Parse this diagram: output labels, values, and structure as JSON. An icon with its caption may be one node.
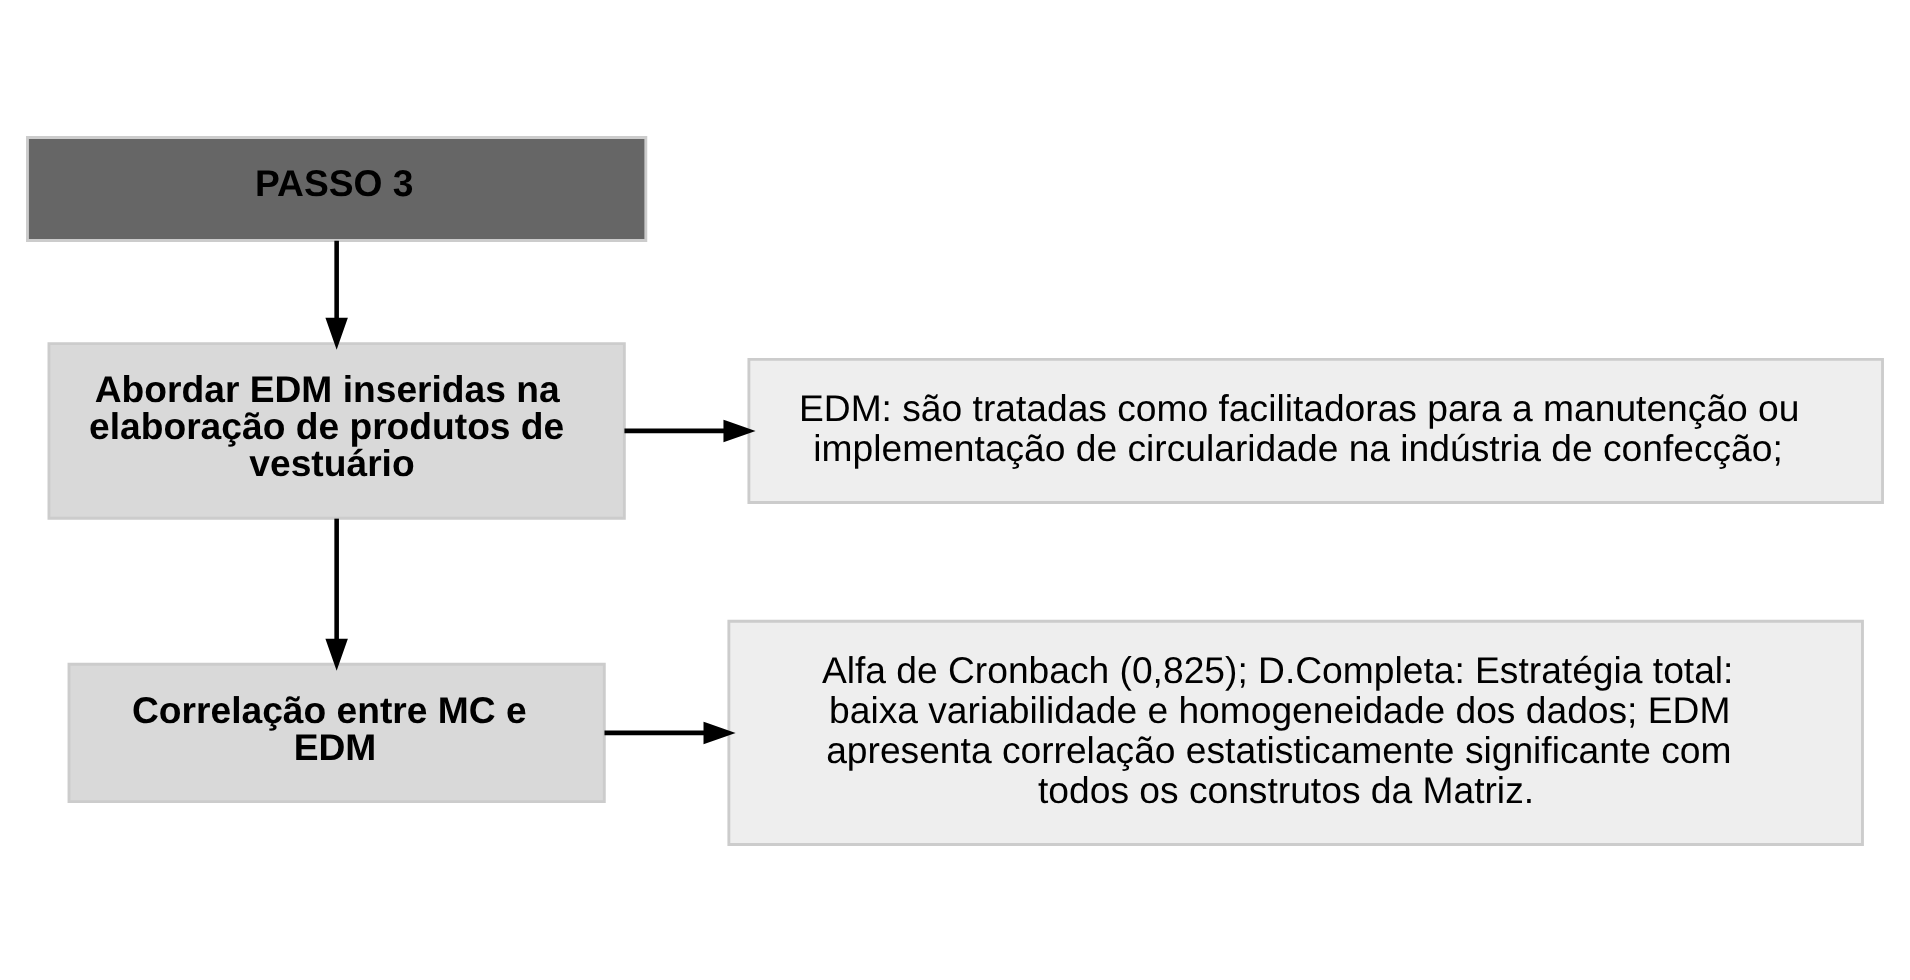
{
  "diagram": {
    "nodes": [
      {
        "text": [
          "PASSO 3"
        ]
      },
      {
        "text": [
          "Abordar EDM inseridas na elaboração de produtos de vestuário"
        ]
      },
      {
        "text": [
          "EDM: são tratadas como facilitadoras para a manutenção ou implementação de circularidade na indústria de confecção;"
        ]
      },
      {
        "text": [
          "Correlação entre MC e EDM"
        ]
      },
      {
        "text": [
          "Alfa de Cronbach (0,825); D.Completa: Estratégia total: baixa variabilidade e homogeneidade dos dados; EDM apresenta correlação estatisticamente significante com todos os construtos da Matriz."
        ]
      }
    ],
    "edges": [
      {
        "from": 0,
        "to": 1,
        "arrow": "to"
      },
      {
        "from": 1,
        "to": 2,
        "arrow": "to"
      },
      {
        "from": 1,
        "to": 3,
        "arrow": "to"
      },
      {
        "from": 3,
        "to": 4,
        "arrow": "to"
      }
    ]
  }
}
